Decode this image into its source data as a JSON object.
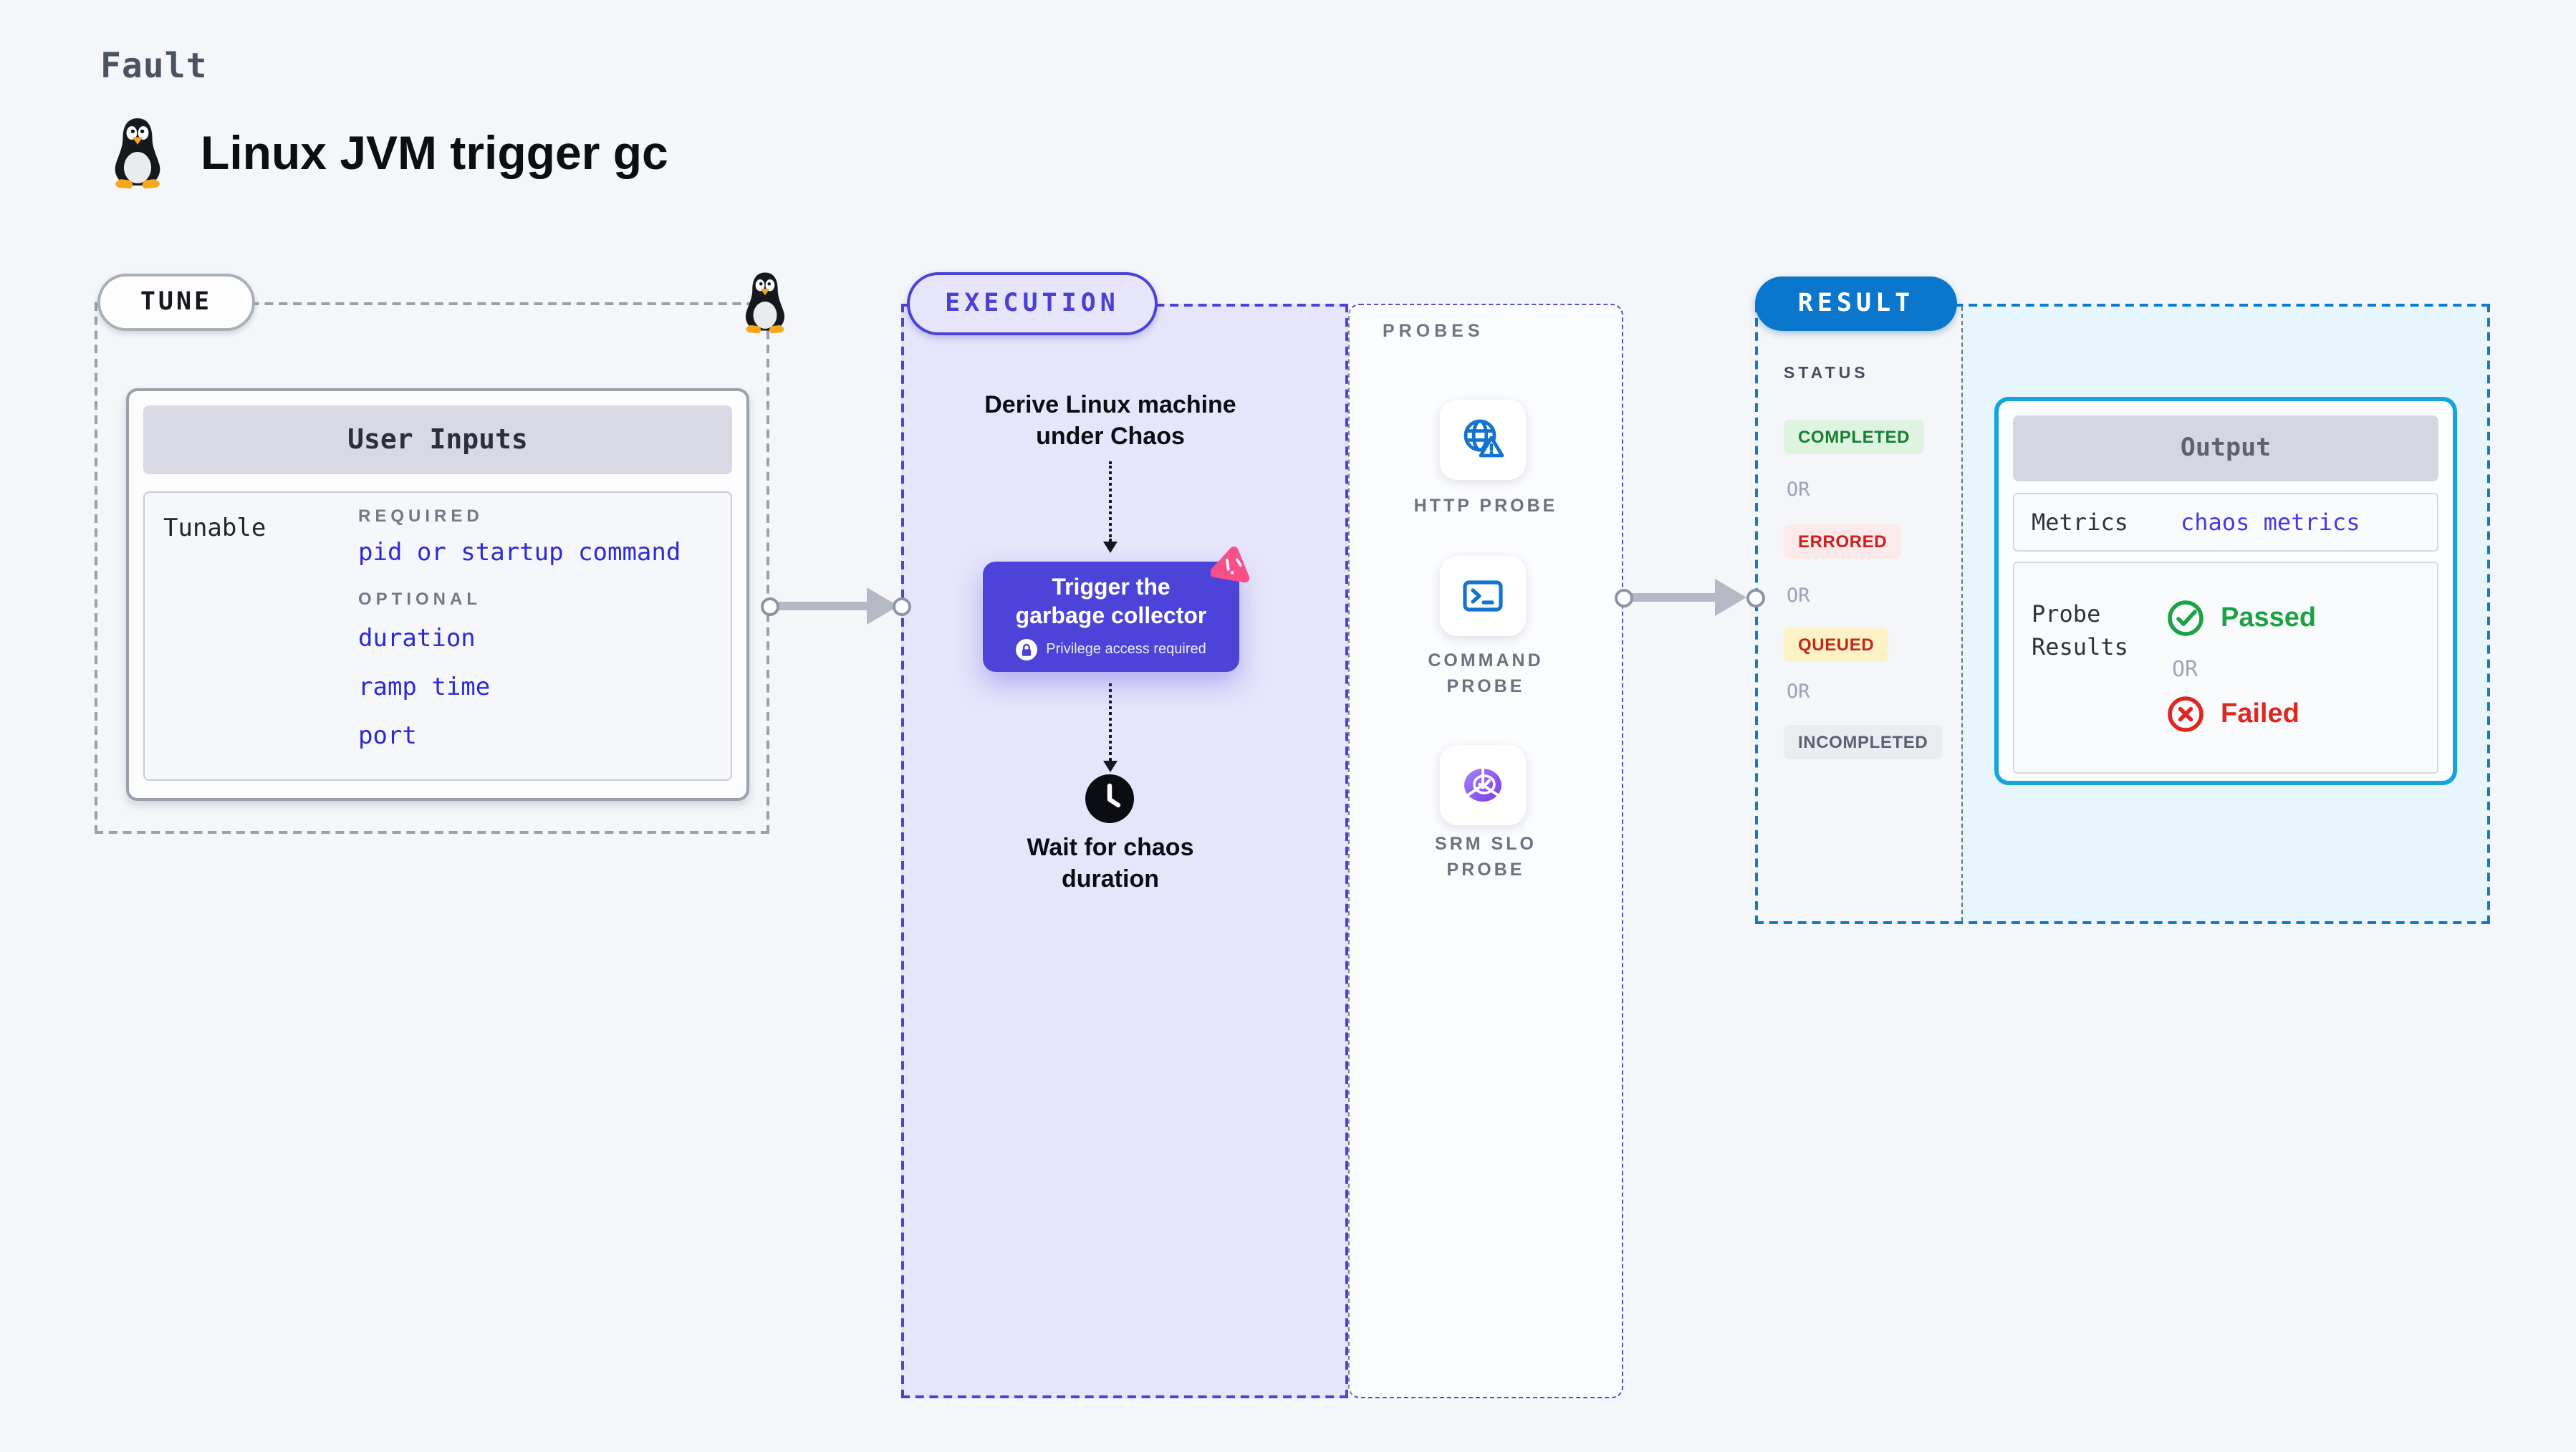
{
  "header": {
    "category_label": "Fault",
    "title": "Linux JVM trigger gc",
    "title_icon": "tux-penguin-icon"
  },
  "tune": {
    "badge_label": "TUNE",
    "corner_icon": "tux-penguin-icon",
    "user_inputs": {
      "title": "User Inputs",
      "row_label": "Tunable",
      "groups": [
        {
          "label": "REQUIRED",
          "items": [
            "pid or startup command"
          ]
        },
        {
          "label": "OPTIONAL",
          "items": [
            "duration",
            "ramp time",
            "port"
          ]
        }
      ]
    }
  },
  "execution": {
    "badge_label": "EXECUTION",
    "derive_step": {
      "lines": [
        "Derive Linux machine",
        "under Chaos"
      ]
    },
    "trigger_step": {
      "lines": [
        "Trigger the",
        "garbage collector"
      ],
      "note": "Privilege access required",
      "note_icon": "lock-icon",
      "corner_icon": "chaos-experiment-icon"
    },
    "wait_step": {
      "icon": "clock-icon",
      "lines": [
        "Wait for chaos",
        "duration"
      ]
    }
  },
  "probes": {
    "section_label": "PROBES",
    "items": [
      {
        "label": "HTTP PROBE",
        "icon": "globe-alert-icon"
      },
      {
        "label": "COMMAND PROBE",
        "icon": "terminal-icon"
      },
      {
        "label": "SRM SLO PROBE",
        "icon": "slo-chart-icon"
      }
    ]
  },
  "result": {
    "badge_label": "RESULT",
    "status_heading": "STATUS",
    "or_label": "OR",
    "statuses": [
      {
        "label": "COMPLETED",
        "text_color": "#187f33",
        "bg_color": "#def4e1"
      },
      {
        "label": "ERRORED",
        "text_color": "#ce1e1e",
        "bg_color": "#fceaea"
      },
      {
        "label": "QUEUED",
        "text_color": "#c0281c",
        "bg_color": "#fdf2c5"
      },
      {
        "label": "INCOMPLETED",
        "text_color": "#5a6272",
        "bg_color": "#ebecf1"
      }
    ],
    "output": {
      "title": "Output",
      "metrics": {
        "label": "Metrics",
        "value": "chaos metrics"
      },
      "probe_results": {
        "label": "Probe Results",
        "passed": "Passed",
        "failed": "Failed"
      }
    }
  },
  "colors": {
    "page_bg": "#f4f6f9",
    "accent_indigo": "#4c44d8",
    "accent_blue": "#0b77cc",
    "cyan_border": "#14a5df",
    "lavender_bg": "#e6e5fb",
    "cyan_bg": "#e7f6fd",
    "link_blue": "#2c2ad6",
    "passed_green": "#1ca245",
    "failed_red": "#df2721",
    "pink_icon": "#f94f88",
    "probe_icon_blue": "#1373d0",
    "srm_icon_purple": "#8b5cf6"
  }
}
